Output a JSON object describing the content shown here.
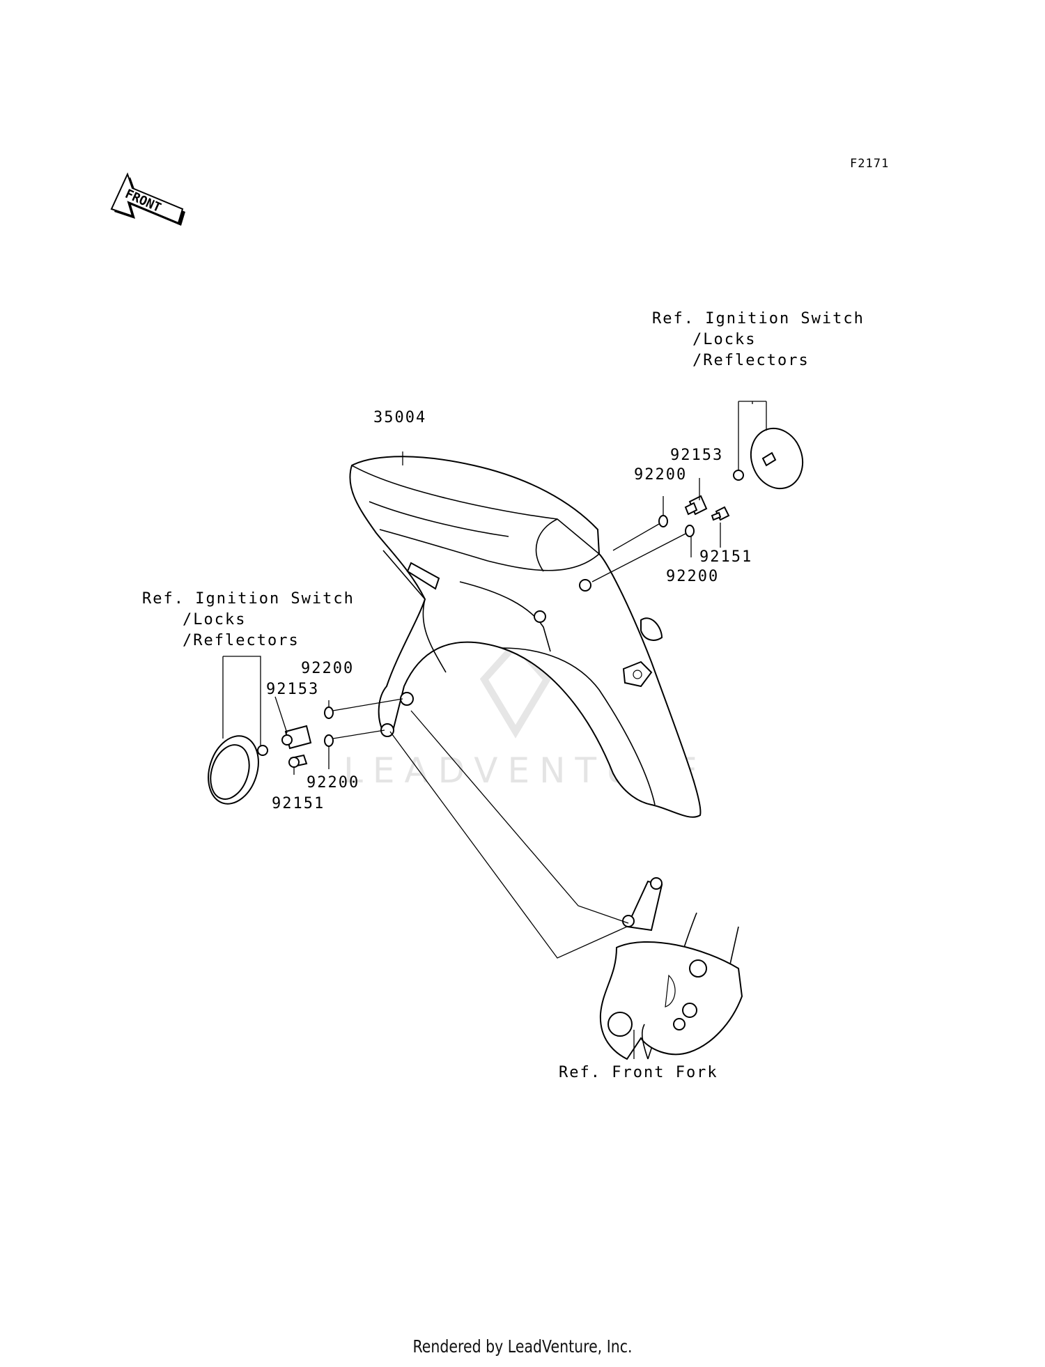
{
  "diagram": {
    "code": "F2171",
    "front_label": "FRONT",
    "watermark": "LEADVENTURE",
    "footer": "Rendered by LeadVenture, Inc.",
    "callouts": {
      "ref_right_1": "Ref. Ignition Switch",
      "ref_right_2": "/Locks",
      "ref_right_3": "/Reflectors",
      "ref_left_1": "Ref. Ignition Switch",
      "ref_left_2": "/Locks",
      "ref_left_3": "/Reflectors",
      "p35004": "35004",
      "p92153_r": "92153",
      "p92200_r1": "92200",
      "p92151_r": "92151",
      "p92200_r2": "92200",
      "p92200_l1": "92200",
      "p92153_l": "92153",
      "p92200_l2": "92200",
      "p92151_l": "92151",
      "ref_fork": "Ref. Front Fork"
    }
  }
}
